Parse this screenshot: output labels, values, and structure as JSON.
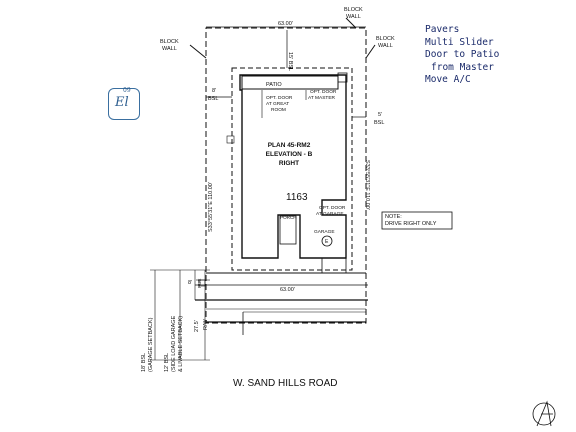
{
  "labels": {
    "block_wall_top": [
      "BLOCK",
      "WALL"
    ],
    "block_wall_left": [
      "BLOCK",
      "WALL"
    ],
    "block_wall_right": [
      "BLOCK",
      "WALL"
    ],
    "lot_width_top": "63.00'",
    "lot_width_bottom": "63.00'",
    "rear_setback": "15' BSL",
    "left_setback": [
      "8'",
      "BSL"
    ],
    "right_setback": [
      "5'",
      "BSL"
    ],
    "left_side_bearing": "S33°55'31\"E 110.00'",
    "right_side_bearing": "S33°55'31\"E 110.00'",
    "patio": "PATIO",
    "opt_door_great_room": [
      "OPT. DOOR",
      "AT GREAT",
      "ROOM"
    ],
    "opt_door_master": [
      "OPT. DOOR",
      "AT MASTER"
    ],
    "plan": [
      "PLAN 45-RM2",
      "ELEVATION - B",
      "RIGHT"
    ],
    "lot_number": "1163",
    "opt_door_garage": [
      "OPT. DOOR",
      "AT GARAGE"
    ],
    "porch": "PORCH",
    "garage": "GARAGE",
    "electric_symbol": "E",
    "drive_note": [
      "NOTE:",
      "DRIVE RIGHT ONLY"
    ],
    "pue": "PUE",
    "pue_dim": "8'",
    "row_dim": "27.5'",
    "row_label": "R/W",
    "setback_garage": [
      "18' BSL",
      "(GARAGE SETBACK)"
    ],
    "setback_side_load": [
      "12' BSL",
      "(SIDE LOAD GARAGE",
      "& LIVABLE SETBACK)"
    ],
    "road": "W. SAND HILLS ROAD"
  },
  "notes": [
    "Pavers",
    "Multi Slider",
    "Door to Patio",
    "from Master",
    "Move A/C"
  ],
  "tag": {
    "small": "09",
    "big": "El"
  },
  "colors": {
    "line": "#111111",
    "notes": "#1a2a6a",
    "tag": "#3a6fa0"
  }
}
